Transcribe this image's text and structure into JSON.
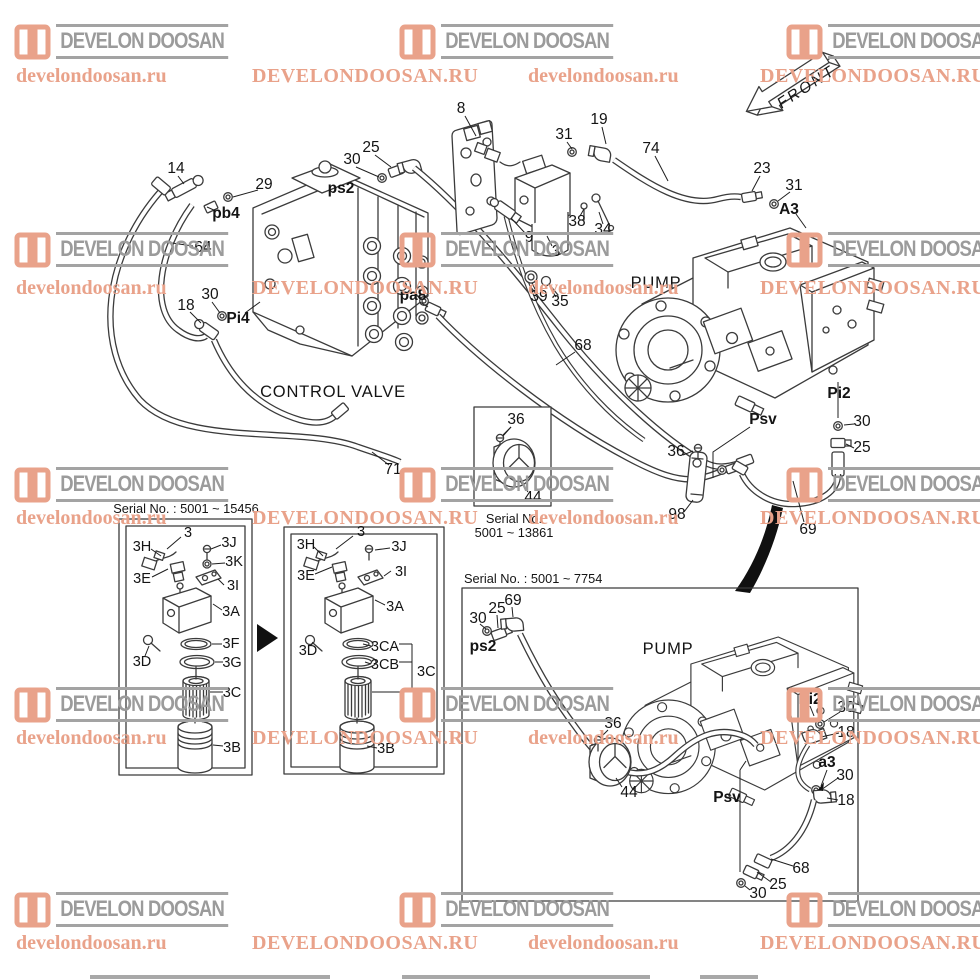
{
  "brand": {
    "name": "DEVELON DOOSAN",
    "site_lower": "develondoosan.ru",
    "site_upper": "DEVELONDOOSAN.RU",
    "accent_color": "#E9A28A",
    "text_color": "#9B9B9B"
  },
  "front_arrow": {
    "label": "FRONT"
  },
  "main": {
    "captions": {
      "control_valve": "CONTROL VALVE",
      "pump": "PUMP"
    },
    "ports": {
      "ps2": "ps2",
      "pb4": "pb4",
      "pi4": "Pi4",
      "pa8": "pa8",
      "a3": "A3",
      "psv": "Psv",
      "pi2": "Pi2"
    },
    "parts": {
      "p8": "8",
      "p14": "14",
      "p29": "29",
      "p64": "64",
      "p18": "18",
      "p30_pi4": "30",
      "p25_ps2": "25",
      "p30_ps2": "30",
      "p31_19": "31",
      "p19": "19",
      "p74": "74",
      "p23": "23",
      "p31_a3": "31",
      "p38": "38",
      "p34": "34",
      "p9": "9",
      "p3": "3",
      "p39": "39",
      "p35": "35",
      "p68": "68",
      "p71": "71",
      "p30_pi2": "30",
      "p25_pi2": "25",
      "p36": "36",
      "p98": "98",
      "p69": "69"
    }
  },
  "clamp_inset": {
    "p36": "36",
    "p44": "44",
    "serial_1": "Serial No.",
    "serial_2": "5001 ~ 13861"
  },
  "filter_inset_a": {
    "header": "Serial No. : 5001 ~ 15456",
    "p3": "3",
    "p3h": "3H",
    "p3j": "3J",
    "p3k": "3K",
    "p3e": "3E",
    "p3i": "3I",
    "p3a": "3A",
    "p3f": "3F",
    "p3d": "3D",
    "p3g": "3G",
    "p3c": "3C",
    "p3b": "3B"
  },
  "filter_inset_b": {
    "p3": "3",
    "p3h": "3H",
    "p3j": "3J",
    "p3e": "3E",
    "p3i": "3I",
    "p3a": "3A",
    "p3d": "3D",
    "p3ca": "3CA",
    "p3cb": "3CB",
    "p3c": "3C",
    "p3b": "3B"
  },
  "pump_inset": {
    "header": "Serial No. : 5001 ~ 7754",
    "caption": "PUMP",
    "ports": {
      "ps2": "ps2",
      "pi2": "Pi2",
      "a3": "a3",
      "psv": "Psv"
    },
    "parts": {
      "p30_ps2": "30",
      "p25_ps2": "25",
      "p69": "69",
      "p30_pi2": "30",
      "p18_pi2": "18",
      "p30_a3": "30",
      "p18_a3": "18",
      "p36": "36",
      "p44": "44",
      "p68": "68",
      "p25_psv": "25",
      "p30_psv": "30"
    }
  }
}
